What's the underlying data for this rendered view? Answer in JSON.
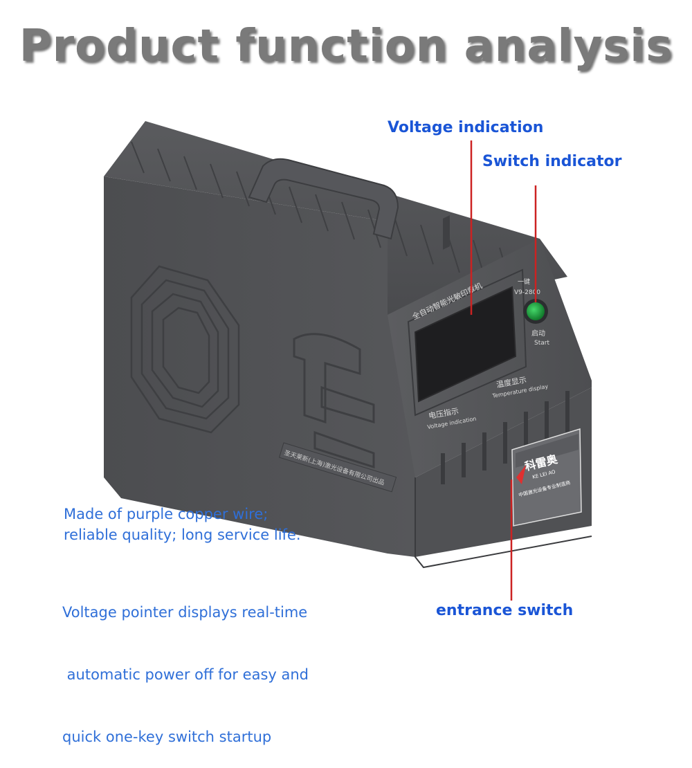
{
  "title": "Product function analysis",
  "callouts": {
    "voltage_indication": "Voltage indication",
    "switch_indicator": "Switch indicator",
    "entrance_switch": "entrance switch"
  },
  "descriptions": {
    "line1": "Made of purple copper wire;",
    "line2": "reliable quality; long service life.",
    "line3": "Voltage pointer displays real-time",
    "line4": " automatic power off for easy and",
    "line5": "quick one-key switch startup"
  },
  "panel": {
    "heading_cn": "全自动智能光敏印章机",
    "model_cn": "一键",
    "model": "V9-2800",
    "start_cn": "启动",
    "start": "Start",
    "voltage_cn": "电压指示",
    "voltage_en": "Voltage indication",
    "temp_cn": "温度显示",
    "temp_en": "Temperature display",
    "brand_cn": "科雷奥",
    "brand_en": "KE LEI AO",
    "brand_tag_cn": "中国激光设备专业制造商",
    "maker_cn": "圣天莱新(上海)激光设备有限公司出品"
  },
  "colors": {
    "title_gray": "#7a7a7a",
    "callout_blue": "#1a55d6",
    "desc_blue": "#2f6fd8",
    "leader_red": "#cc2222",
    "body_gray": "#4b4c4f",
    "button_green": "#1f9a3a"
  }
}
